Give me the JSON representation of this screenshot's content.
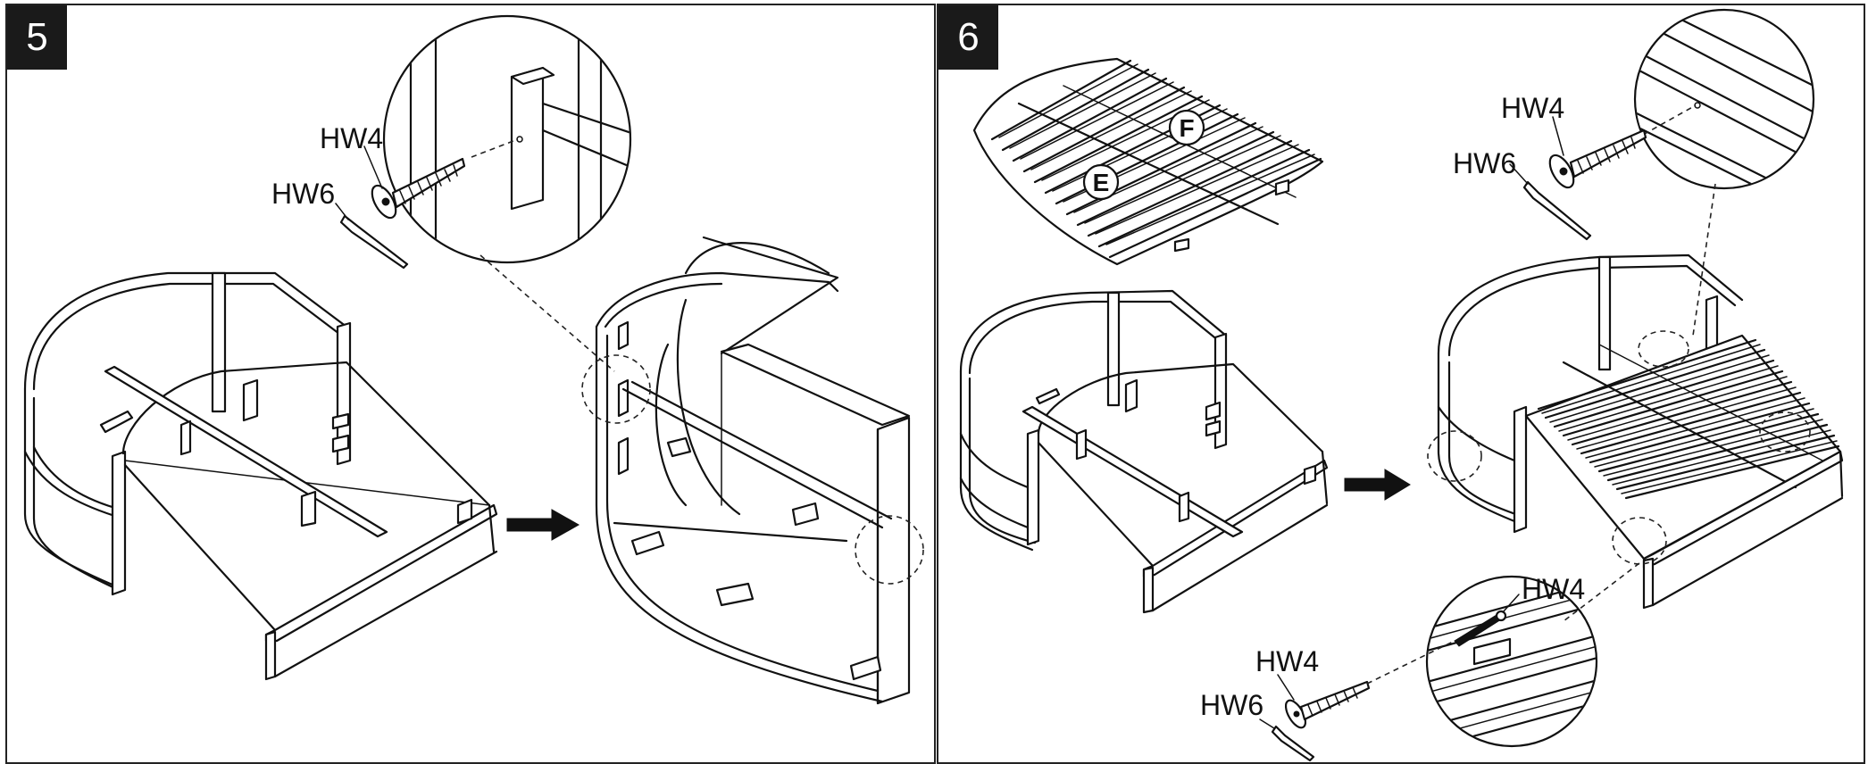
{
  "steps": [
    {
      "number": "5",
      "labels": {
        "hw4": "HW4",
        "hw6": "HW6"
      }
    },
    {
      "number": "6",
      "labels": {
        "hw4_top": "HW4",
        "hw6_top": "HW6",
        "hw4_side": "HW4",
        "hw4_bottom": "HW4",
        "hw6_bottom": "HW6"
      },
      "parts": {
        "e": "E",
        "f": "F"
      }
    }
  ]
}
